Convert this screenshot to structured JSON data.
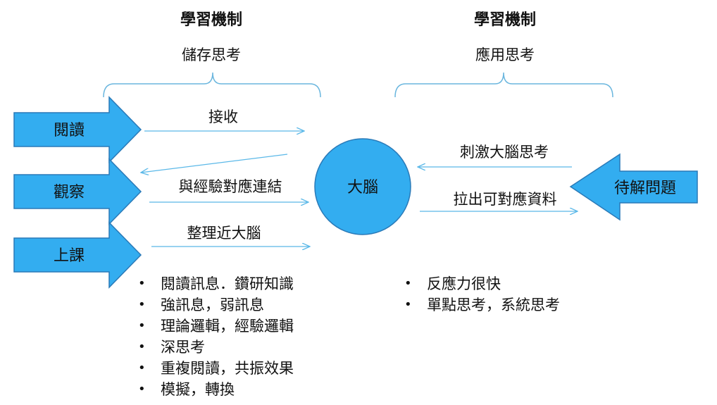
{
  "left": {
    "heading": "學習機制",
    "subheading": "儲存思考",
    "inputs": [
      "閱讀",
      "觀察",
      "上課"
    ],
    "arrows": {
      "receive": "接收",
      "connect": "與經驗對應連結",
      "organize": "整理近大腦"
    },
    "bullets": [
      "閱讀訊息．鑽研知識",
      "強訊息，弱訊息",
      "理論邏輯，經驗邏輯",
      "深思考",
      "重複閱讀，共振效果",
      "模擬，轉換"
    ]
  },
  "center": {
    "brain": "大腦"
  },
  "right": {
    "heading": "學習機制",
    "subheading": "應用思考",
    "problem": "待解問題",
    "arrows": {
      "stimulate": "刺激大腦思考",
      "retrieve": "拉出可對應資料"
    },
    "bullets": [
      "反應力很快",
      "單點思考，系統思考"
    ]
  },
  "colors": {
    "fill": "#33adf0",
    "stroke": "#2a7ab8",
    "line": "#5ab8e8",
    "brace": "#6ab6de"
  }
}
